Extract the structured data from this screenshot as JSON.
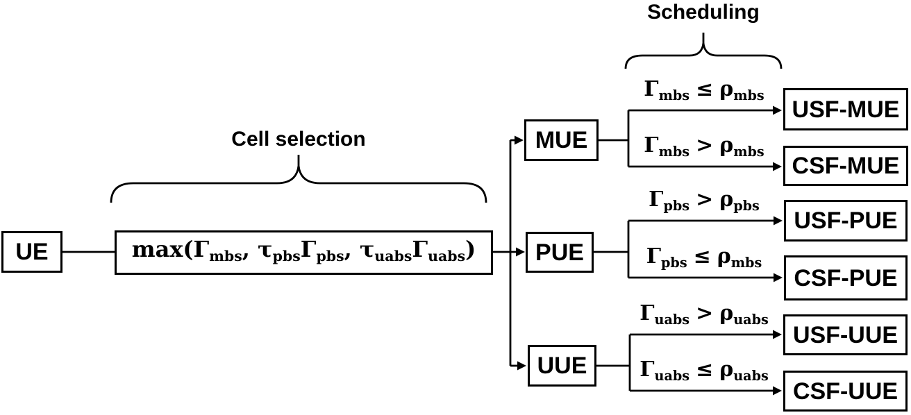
{
  "diagram": {
    "labels": {
      "cell_selection": "Cell selection",
      "scheduling": "Scheduling"
    },
    "nodes": {
      "ue": "UE",
      "mue": "MUE",
      "pue": "PUE",
      "uue": "UUE",
      "usf_mue": "USF-MUE",
      "csf_mue": "CSF-MUE",
      "usf_pue": "USF-PUE",
      "csf_pue": "CSF-PUE",
      "usf_uue": "USF-UUE",
      "csf_uue": "CSF-UUE"
    },
    "formula": {
      "parts": [
        {
          "text": "max(Γ"
        },
        {
          "text": "mbs",
          "sub": true
        },
        {
          "text": ", τ"
        },
        {
          "text": "pbs",
          "sub": true
        },
        {
          "text": "Γ"
        },
        {
          "text": "pbs",
          "sub": true
        },
        {
          "text": ", τ"
        },
        {
          "text": "uabs",
          "sub": true
        },
        {
          "text": "Γ"
        },
        {
          "text": "uabs",
          "sub": true
        },
        {
          "text": ")"
        }
      ]
    },
    "conditions": {
      "mue_top": {
        "lhs": "Γ",
        "lhs_sub": "mbs",
        "op": "≤",
        "rhs": "ρ",
        "rhs_sub": "mbs"
      },
      "mue_bottom": {
        "lhs": "Γ",
        "lhs_sub": "mbs",
        "op": ">",
        "rhs": "ρ",
        "rhs_sub": "mbs"
      },
      "pue_top": {
        "lhs": "Γ",
        "lhs_sub": "pbs",
        "op": ">",
        "rhs": "ρ",
        "rhs_sub": "pbs"
      },
      "pue_bottom": {
        "lhs": "Γ",
        "lhs_sub": "pbs",
        "op": "≤",
        "rhs": "ρ",
        "rhs_sub": "mbs"
      },
      "uue_top": {
        "lhs": "Γ",
        "lhs_sub": "uabs",
        "op": ">",
        "rhs": "ρ",
        "rhs_sub": "uabs"
      },
      "uue_bottom": {
        "lhs": "Γ",
        "lhs_sub": "uabs",
        "op": "≤",
        "rhs": "ρ",
        "rhs_sub": "uabs"
      }
    },
    "colors": {
      "line": "#000000",
      "box_border": "#000000",
      "box_fill": "#ffffff",
      "text": "#000000",
      "background": "#ffffff"
    }
  }
}
